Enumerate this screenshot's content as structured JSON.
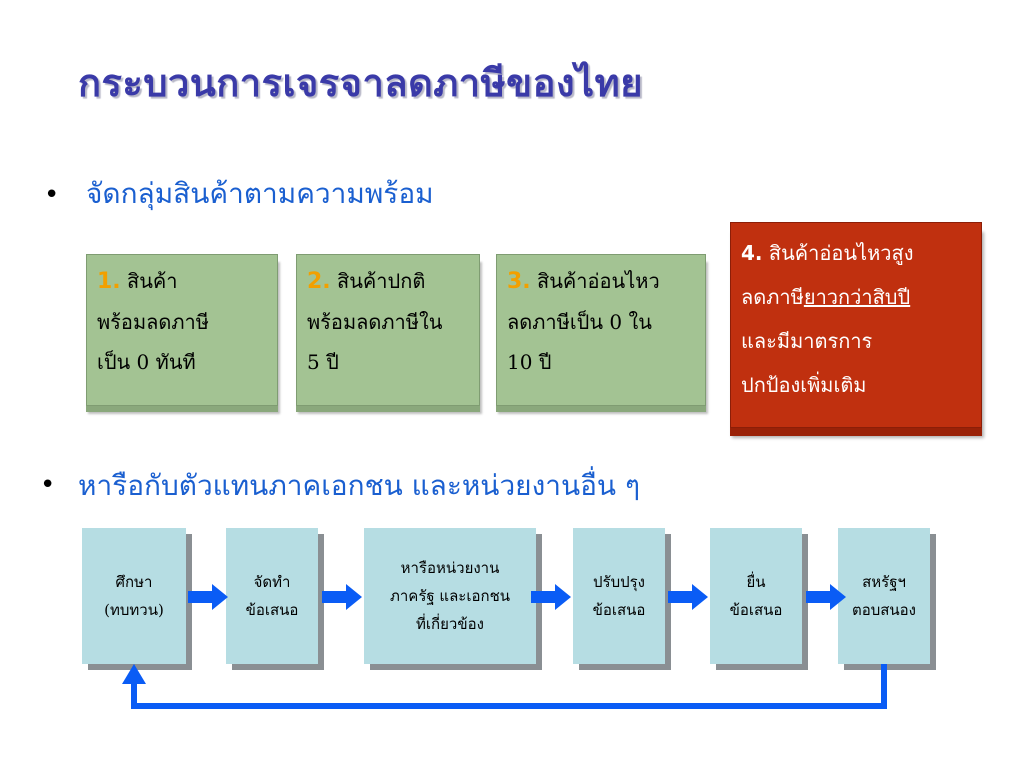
{
  "title": "กระบวนการเจรจาลดภาษีของไทย",
  "bullets": {
    "dot": "•",
    "first": "จัดกลุ่มสินค้าตามความพร้อม",
    "second": "หารือกับตัวแทนภาคเอกชน และหน่วยงานอื่น ๆ"
  },
  "groups": [
    {
      "num": "1.",
      "lines": [
        "สินค้า",
        "พร้อมลดภาษี",
        "เป็น 0 ทันที"
      ]
    },
    {
      "num": "2.",
      "lines": [
        "สินค้าปกติ",
        "พร้อมลดภาษีใน",
        "5 ปี"
      ]
    },
    {
      "num": "3.",
      "lines": [
        "สินค้าอ่อนไหว",
        "ลดภาษีเป็น 0 ใน",
        "10 ปี"
      ]
    }
  ],
  "sensitive": {
    "num": "4.",
    "line1": "สินค้าอ่อนไหวสูง",
    "line2_prefix": "ลดภาษี",
    "line2_underlined": "ยาวกว่าสิบปี",
    "line3": "และมีมาตรการ",
    "line4": "ปกป้องเพิ่มเติม"
  },
  "process": [
    {
      "line1": "ศึกษา",
      "line2": "(ทบทวน)"
    },
    {
      "line1": "จัดทำ",
      "line2": "ข้อเสนอ"
    },
    {
      "line1": "หารือหน่วยงาน",
      "line2": "ภาครัฐ และเอกชน",
      "line3": "ที่เกี่ยวข้อง"
    },
    {
      "line1": "ปรับปรุง",
      "line2": "ข้อเสนอ"
    },
    {
      "line1": "ยื่น",
      "line2": "ข้อเสนอ"
    },
    {
      "line1": "สหรัฐฯ",
      "line2": "ตอบสนอง"
    }
  ],
  "colors": {
    "title": "#3a3aa8",
    "bullet_text": "#1a5fd0",
    "green_box": "#a3c393",
    "red_box": "#c0300f",
    "process_box": "#b6dde3",
    "arrow": "#0a5cf5"
  }
}
